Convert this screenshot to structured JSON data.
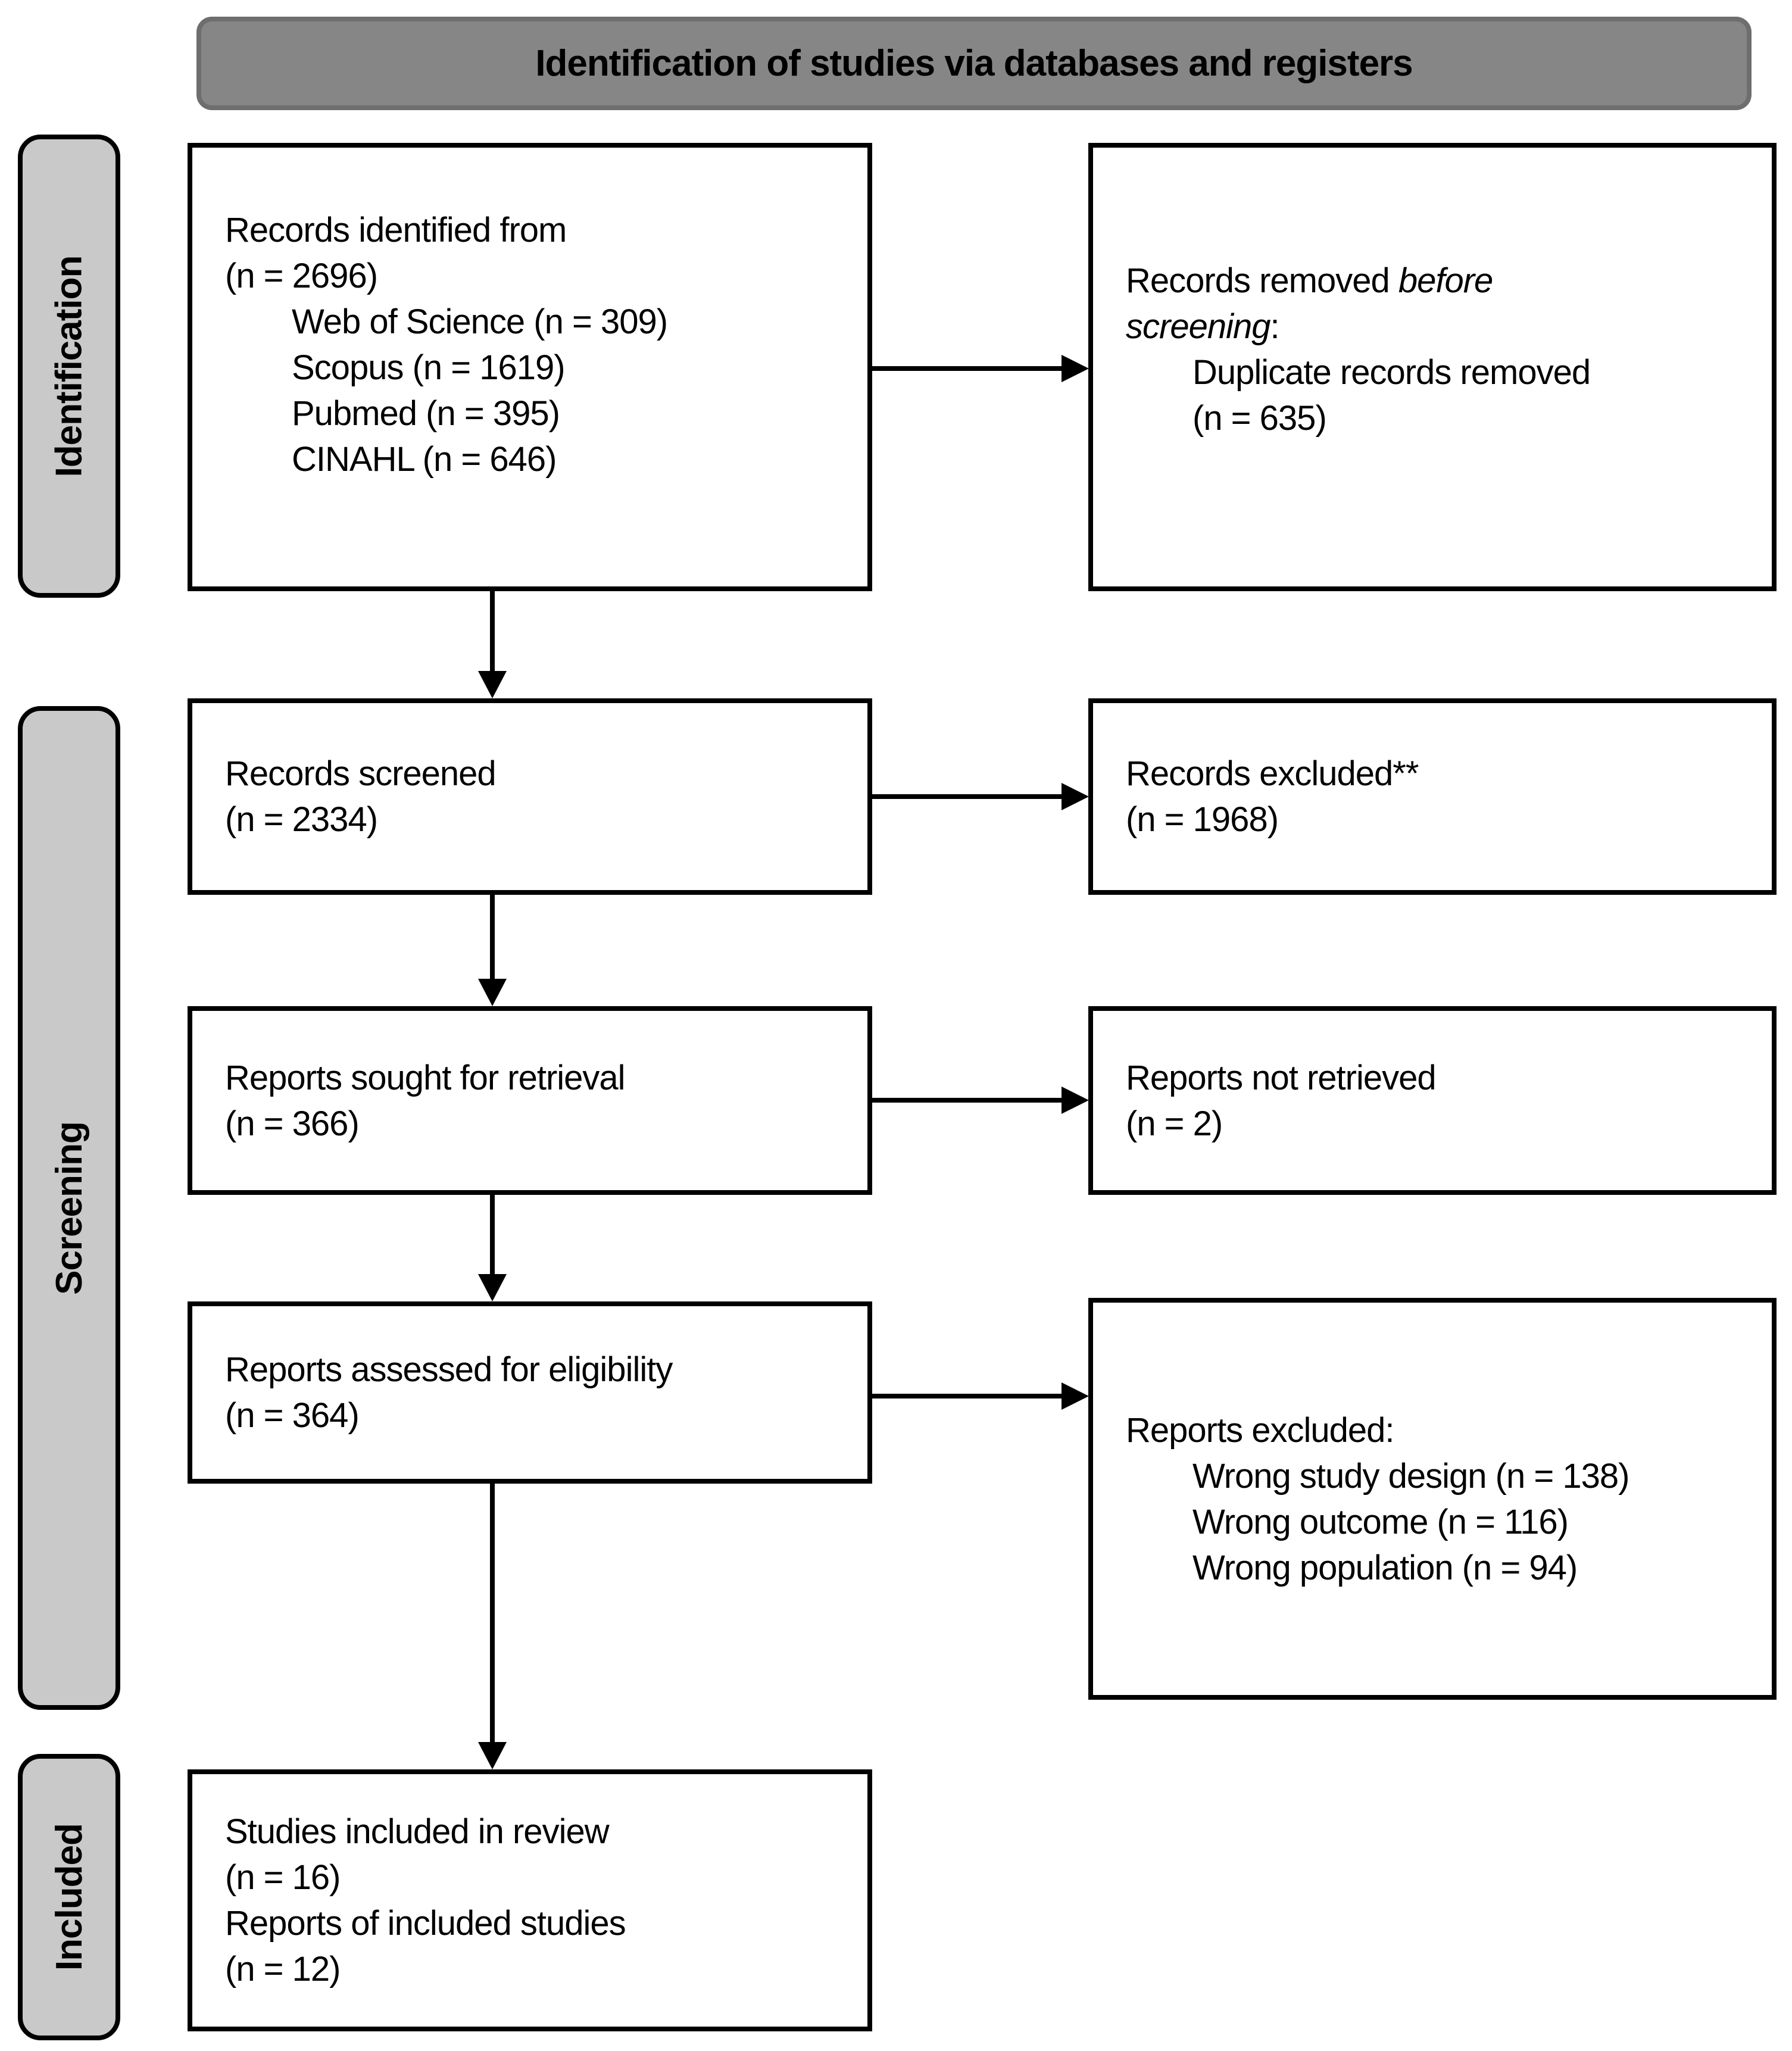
{
  "banner": {
    "title": "Identification of studies via databases and registers"
  },
  "stages": {
    "identification": "Identification",
    "screening": "Screening",
    "included": "Included"
  },
  "boxes": {
    "records_identified": {
      "line1": "Records identified from",
      "line2": "(n = 2696)",
      "items": [
        "Web of Science (n = 309)",
        "Scopus (n = 1619)",
        "Pubmed (n = 395)",
        "CINAHL (n = 646)"
      ]
    },
    "records_removed": {
      "line1_normal": "Records removed ",
      "line1_italic": "before",
      "line2_italic": "screening",
      "line2_normal": ":",
      "items": [
        "Duplicate records removed",
        "(n = 635)"
      ]
    },
    "records_screened": {
      "line1": "Records screened",
      "line2": "(n = 2334)"
    },
    "records_excluded": {
      "line1": "Records excluded**",
      "line2": "(n = 1968)"
    },
    "reports_sought": {
      "line1": "Reports sought for retrieval",
      "line2": "(n = 366)"
    },
    "reports_not_retrieved": {
      "line1": "Reports not retrieved",
      "line2": "(n = 2)"
    },
    "reports_assessed": {
      "line1": "Reports assessed for eligibility",
      "line2": "(n = 364)"
    },
    "reports_excluded": {
      "title": "Reports excluded:",
      "items": [
        "Wrong study design (n = 138)",
        "Wrong outcome (n = 116)",
        "Wrong population (n = 94)"
      ]
    },
    "studies_included": {
      "line1": "Studies included in review",
      "line2": "(n = 16)",
      "line3": "Reports of included studies",
      "line4": "(n = 12)"
    }
  },
  "colors": {
    "banner_fill": "#868686",
    "banner_border": "#6e6e6e",
    "stage_fill": "#c9c9c9",
    "stage_border": "#000000",
    "box_fill": "#ffffff",
    "box_border": "#000000",
    "ink": "#000000"
  }
}
